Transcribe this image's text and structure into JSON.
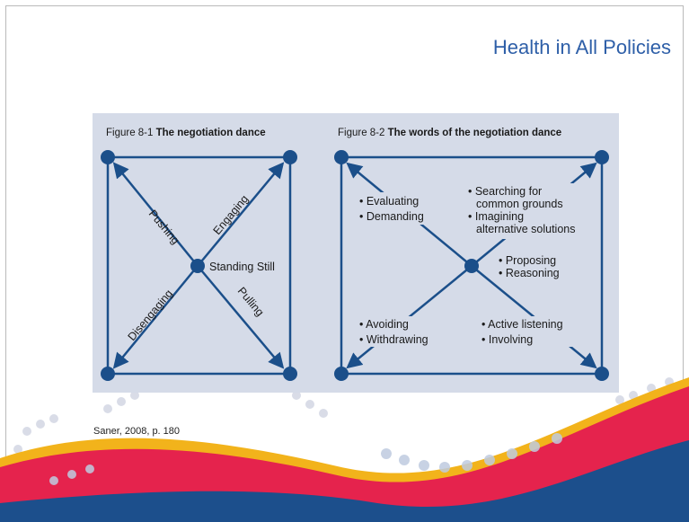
{
  "title": "Health in All Policies",
  "figure1": {
    "caption_prefix": "Figure 8-1 ",
    "caption_bold": "The negotiation dance",
    "labels": {
      "pushing": "Pushing",
      "engaging": "Engaging",
      "disengaging": "Disengaging",
      "pulling": "Pulling",
      "center": "Standing Still"
    }
  },
  "figure2": {
    "caption_prefix": "Figure 8-2 ",
    "caption_bold": "The words of the negotiation dance",
    "top_left": [
      "• Evaluating",
      "• Demanding"
    ],
    "top_right": [
      "• Searching for",
      "common grounds",
      "• Imagining",
      "alternative solutions"
    ],
    "center_right": [
      "• Proposing",
      "• Reasoning"
    ],
    "bottom_left": [
      "• Avoiding",
      "• Withdrawing"
    ],
    "bottom_right": [
      "• Active listening",
      "• Involving"
    ]
  },
  "citation": "Saner, 2008, p. 180",
  "colors": {
    "title": "#2e5fa8",
    "diagram": "#1b4f8a",
    "panel": "#d5dbe8",
    "wave_red": "#e5234d",
    "wave_blue": "#1c4f8c",
    "wave_gold": "#f2b31b"
  }
}
